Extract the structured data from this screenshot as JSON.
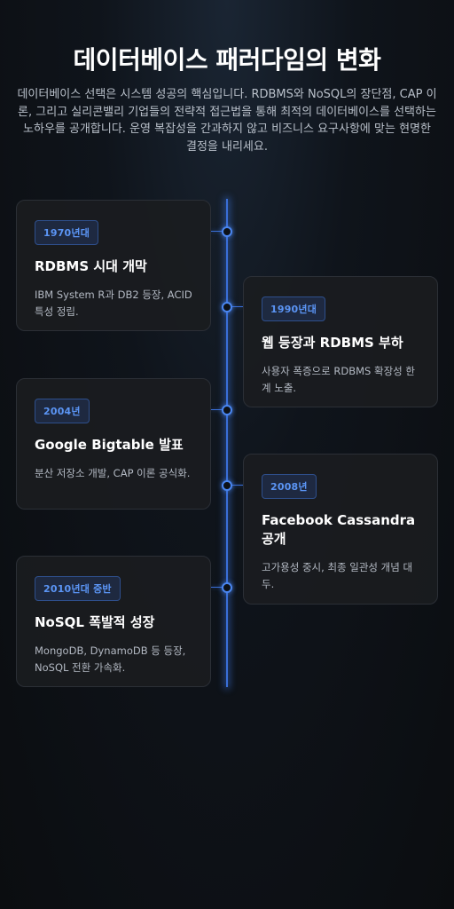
{
  "header": {
    "title": "데이터베이스 패러다임의 변화",
    "description": "데이터베이스 선택은 시스템 성공의 핵심입니다. RDBMS와 NoSQL의 장단점, CAP 이론, 그리고 실리콘밸리 기업들의 전략적 접근법을 통해 최적의 데이터베이스를 선택하는 노하우를 공개합니다. 운영 복잡성을 간과하지 않고 비즈니스 요구사항에 맞는 현명한 결정을 내리세요."
  },
  "timeline": {
    "items": [
      {
        "year": "1970년대",
        "title": "RDBMS 시대 개막",
        "text": "IBM System R과 DB2 등장, ACID 특성 정립."
      },
      {
        "year": "1990년대",
        "title": "웹 등장과 RDBMS 부하",
        "text": "사용자 폭증으로 RDBMS 확장성 한계 노출."
      },
      {
        "year": "2004년",
        "title": "Google Bigtable 발표",
        "text": "분산 저장소 개발, CAP 이론 공식화."
      },
      {
        "year": "2008년",
        "title": "Facebook Cassandra 공개",
        "text": "고가용성 중시, 최종 일관성 개념 대두."
      },
      {
        "year": "2010년대 중반",
        "title": "NoSQL 폭발적 성장",
        "text": "MongoDB, DynamoDB 등 등장, NoSQL 전환 가속화."
      }
    ]
  },
  "colors": {
    "accent": "#4a86f0",
    "background": "#0b0d10",
    "card": "#1a1c20"
  }
}
